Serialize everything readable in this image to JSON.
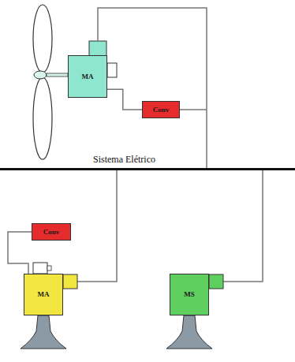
{
  "diagram": {
    "nodes": [
      {
        "text": [
          "MA"
        ]
      },
      {
        "text": [
          "Conv"
        ]
      },
      {
        "text": [
          "MA"
        ]
      },
      {
        "text": [
          "Conv"
        ]
      },
      {
        "text": [
          "MS"
        ]
      }
    ],
    "edges": [
      {
        "from": 0,
        "to": 1,
        "arrow": "none"
      },
      {
        "from": 3,
        "to": 2,
        "arrow": "none"
      }
    ],
    "labels": [
      "Sistema Elétrico"
    ]
  }
}
